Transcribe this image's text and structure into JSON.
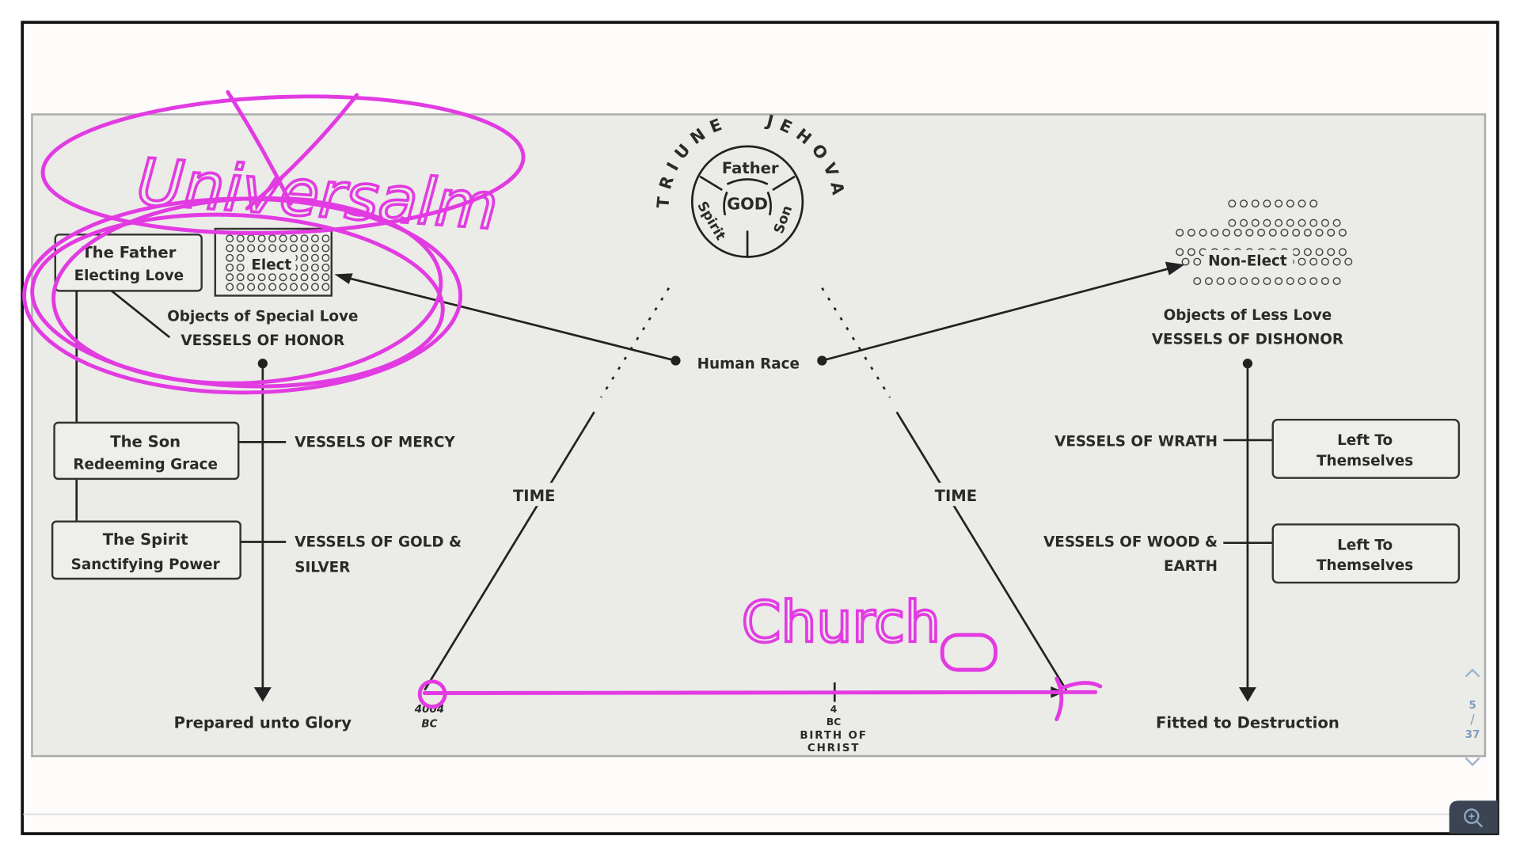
{
  "viewer": {
    "page_current": "5",
    "page_separator": "/",
    "page_total": "37",
    "zoom_icon": "zoom-in-icon"
  },
  "diagram": {
    "godhead": {
      "arc_left": "TRIUNE",
      "arc_right": "JEHOVAH",
      "father": "Father",
      "god": "GOD",
      "spirit": "Spirit",
      "son": "Son"
    },
    "human_race": "Human Race",
    "time_left": "TIME",
    "time_right": "TIME",
    "left": {
      "father_box": [
        "The Father",
        "Electing Love"
      ],
      "elect": "Elect",
      "objects": "Objects of Special Love",
      "vessels_honor": "VESSELS OF HONOR",
      "son_box": [
        "The Son",
        "Redeeming Grace"
      ],
      "spirit_box": [
        "The Spirit",
        "Sanctifying Power"
      ],
      "vessels_mercy": "VESSELS OF MERCY",
      "vessels_gold": [
        "VESSELS OF GOLD &",
        "SILVER"
      ],
      "outcome": "Prepared unto Glory"
    },
    "right": {
      "non_elect": "Non-Elect",
      "objects": "Objects of Less Love",
      "vessels_dishonor": "VESSELS OF DISHONOR",
      "vessels_wrath": "VESSELS OF WRATH",
      "vessels_wood": [
        "VESSELS OF WOOD &",
        "EARTH"
      ],
      "box1": [
        "Left To",
        "Themselves"
      ],
      "box2": [
        "Left To",
        "Themselves"
      ],
      "outcome": "Fitted to Destruction"
    },
    "timeline": {
      "start": [
        "4004",
        "BC"
      ],
      "mid": [
        "4",
        "BC",
        "BIRTH OF",
        "CHRIST"
      ]
    }
  },
  "annotations": {
    "color": "#e23be2",
    "universalism": "Universalm",
    "church": "Church"
  }
}
